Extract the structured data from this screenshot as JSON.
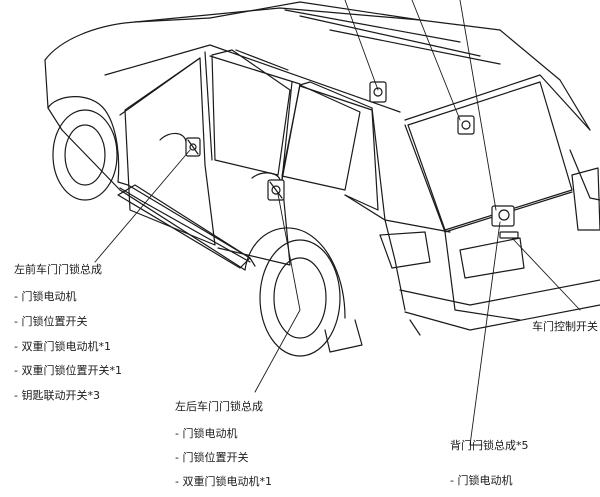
{
  "callouts": {
    "front_left": {
      "title": "左前车门门锁总成",
      "items": [
        "- 门锁电动机",
        "- 门锁位置开关",
        "- 双重门锁电动机*1",
        "- 双重门锁位置开关*1",
        "- 钥匙联动开关*3"
      ]
    },
    "rear_left": {
      "title": "左后车门门锁总成",
      "items": [
        "- 门锁电动机",
        "- 门锁位置开关",
        "- 双重门锁电动机*1"
      ]
    },
    "back_door": {
      "title": "背门门锁总成*5",
      "items": [
        "- 门锁电动机"
      ]
    },
    "back_door_switch": {
      "title": "车门控制开关"
    }
  },
  "colors": {
    "line": "#1a1a1a",
    "background": "#ffffff"
  }
}
